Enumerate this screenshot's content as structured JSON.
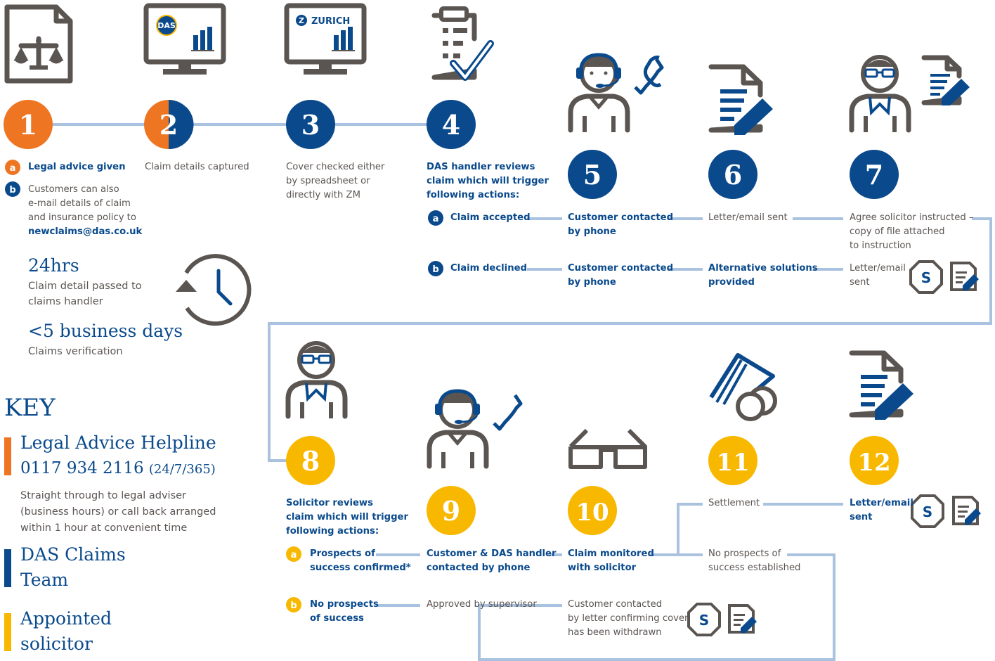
{
  "steps": {
    "s1": "1",
    "s2": "2",
    "s3": "3",
    "s4": "4",
    "s5": "5",
    "s6": "6",
    "s7": "7",
    "s8": "8",
    "s9": "9",
    "s10": "10",
    "s11": "11",
    "s12": "12"
  },
  "logos": {
    "das": "DAS",
    "zurich": "ZURICH",
    "zurich_mark": "Z",
    "solicitor_mark": "S"
  },
  "labels": {
    "a": "a",
    "b": "b"
  },
  "step1": {
    "a": "Legal advice given",
    "b_lines": [
      "Customers can also",
      "e-mail details of claim",
      "and insurance policy to",
      "newclaims@das.co.uk"
    ]
  },
  "step2": {
    "text": "Claim details captured"
  },
  "step3": {
    "lines": [
      "Cover checked either",
      "by spreadsheet or",
      "directly with ZM"
    ]
  },
  "step4": {
    "lines": [
      "DAS handler reviews",
      "claim which will trigger",
      "following actions:"
    ],
    "a": "Claim accepted",
    "b": "Claim declined"
  },
  "row4a": {
    "c5": [
      "Customer contacted",
      "by phone"
    ],
    "c6": "Letter/email sent",
    "c7": [
      "Agree solicitor instructed –",
      "copy of file attached",
      "to instruction"
    ]
  },
  "row4b": {
    "c5": [
      "Customer contacted",
      "by phone"
    ],
    "c6": [
      "Alternative solutions",
      "provided"
    ],
    "c7": [
      "Letter/email",
      "sent"
    ]
  },
  "timing": {
    "t1_head": "24hrs",
    "t1_lines": [
      "Claim detail passed to",
      "claims handler"
    ],
    "t2_head": "<5 business days",
    "t2_text": "Claims verification"
  },
  "key": {
    "title": "KEY",
    "helpline": "Legal Advice Helpline",
    "phone": "0117 934 2116",
    "phone_hours": "(24/7/365)",
    "helpline_desc": [
      "Straight through to legal adviser",
      "(business hours) or call back arranged",
      "within 1 hour at convenient time"
    ],
    "das_team": [
      "DAS Claims",
      "Team"
    ],
    "solicitor": [
      "Appointed",
      "solicitor"
    ]
  },
  "step8": {
    "lines": [
      "Solicitor reviews",
      "claim which will trigger",
      "following actions:"
    ],
    "a": [
      "Prospects of",
      "success confirmed*"
    ],
    "b": [
      "No prospects",
      "of success"
    ]
  },
  "row8a": {
    "c9": [
      "Customer & DAS handler",
      "contacted by phone"
    ],
    "c10": [
      "Claim monitored",
      "with solicitor"
    ],
    "settlement": "Settlement",
    "no_prospects": [
      "No prospects of",
      "success established"
    ],
    "c12": [
      "Letter/email",
      "sent"
    ]
  },
  "row8b": {
    "c9": "Approved by supervisor",
    "c10": [
      "Customer contacted",
      "by letter confirming cover",
      "has been withdrawn"
    ]
  },
  "colors": {
    "orange": "#ee7623",
    "blue": "#0a4a8c",
    "yellow": "#f9b800",
    "grey": "#5b5552",
    "line": "#a9c2df"
  }
}
